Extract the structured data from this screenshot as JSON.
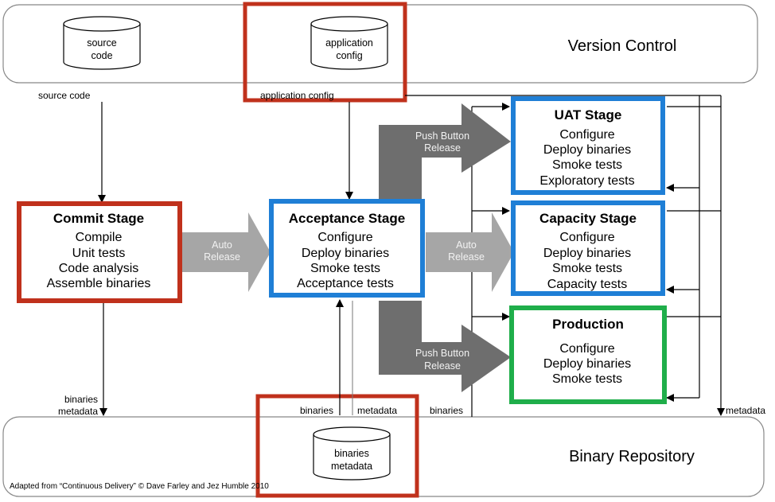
{
  "bands": {
    "version_control": "Version Control",
    "binary_repository": "Binary Repository"
  },
  "cylinders": {
    "source_code": [
      "source",
      "code"
    ],
    "application_config": [
      "application",
      "config"
    ],
    "binaries_metadata": [
      "binaries",
      "metadata"
    ]
  },
  "flow_labels": {
    "source_code": "source code",
    "application_config": "application config",
    "commit_binaries": "binaries",
    "commit_metadata": "metadata",
    "acc_binaries": "binaries",
    "acc_metadata": "metadata",
    "right_binaries": "binaries",
    "far_metadata": "metadata"
  },
  "arrows": {
    "auto_release_1": [
      "Auto",
      "Release"
    ],
    "auto_release_2": [
      "Auto",
      "Release"
    ],
    "push_button_top": [
      "Push Button",
      "Release"
    ],
    "push_button_bottom": [
      "Push Button",
      "Release"
    ]
  },
  "stages": {
    "commit": {
      "title": "Commit Stage",
      "lines": [
        "Compile",
        "Unit tests",
        "Code analysis",
        "Assemble binaries"
      ]
    },
    "acceptance": {
      "title": "Acceptance Stage",
      "lines": [
        "Configure",
        "Deploy binaries",
        "Smoke tests",
        "Acceptance tests"
      ]
    },
    "uat": {
      "title": "UAT Stage",
      "lines": [
        "Configure",
        "Deploy binaries",
        "Smoke tests",
        "Exploratory tests"
      ]
    },
    "capacity": {
      "title": "Capacity Stage",
      "lines": [
        "Configure",
        "Deploy binaries",
        "Smoke tests",
        "Capacity tests"
      ]
    },
    "production": {
      "title": "Production",
      "lines": [
        "Configure",
        "Deploy binaries",
        "Smoke tests"
      ]
    }
  },
  "credit": "Adapted from “Continuous Delivery” © Dave Farley and Jez Humble 2010",
  "colors": {
    "red_highlight": "#c0311c",
    "blue_highlight": "#1f7fd6",
    "green_highlight": "#1fae4a",
    "light_arrow": "#a6a6a6",
    "dark_arrow": "#6e6e6e"
  }
}
